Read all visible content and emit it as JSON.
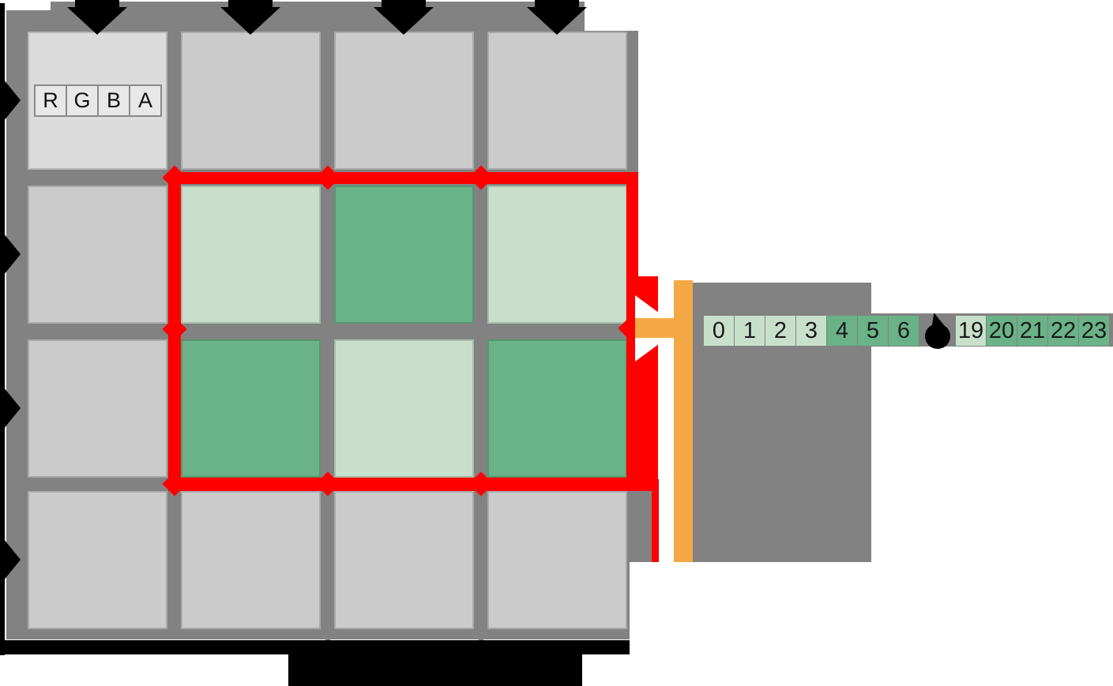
{
  "diagram": {
    "kind": "texture-region-to-linear-buffer mapping diagram",
    "pixel_component_legend": [
      "R",
      "G",
      "B",
      "A"
    ]
  },
  "grid": {
    "rows": 4,
    "cols": 4,
    "region": {
      "row_start": 1,
      "col_start": 1,
      "rows": 2,
      "cols": 3
    },
    "region_pattern": [
      [
        "light",
        "dark",
        "light"
      ],
      [
        "dark",
        "light",
        "dark"
      ]
    ]
  },
  "buffer": {
    "cells": [
      {
        "label": "0",
        "tone": "light"
      },
      {
        "label": "1",
        "tone": "light"
      },
      {
        "label": "2",
        "tone": "light"
      },
      {
        "label": "3",
        "tone": "light"
      },
      {
        "label": "4",
        "tone": "dark"
      },
      {
        "label": "5",
        "tone": "dark"
      },
      {
        "label": "6",
        "tone": "dark"
      },
      {
        "type": "gap"
      },
      {
        "label": "19",
        "tone": "light"
      },
      {
        "label": "20",
        "tone": "dark"
      },
      {
        "label": "21",
        "tone": "dark"
      },
      {
        "label": "22",
        "tone": "dark"
      },
      {
        "label": "23",
        "tone": "dark"
      }
    ]
  },
  "icons": {
    "column_arrow": "black-down-arrowhead",
    "row_arrow": "black-right-arrowhead",
    "flow_arrow_white": "white-right-arrow",
    "flow_arrow_orange": "orange-right-arrow",
    "region_vertex": "red-diamond",
    "ellipsis_blob": "black-droplet",
    "clipped_label": "black-bar"
  },
  "colors": {
    "panel_gray": "#828282",
    "cell_gray": "#cbcbcb",
    "cell_first": "#dbdbdb",
    "light_green": "#c8e0cb",
    "dark_green": "#6ab287",
    "region_red": "#fe0000",
    "bracket_orange": "#f4a845",
    "component_box_fill": "#e8e8e8",
    "component_box_border": "#8a8a8a",
    "annotation_black": "#000000",
    "text": "#1a1a1a",
    "background": "#ffffff"
  }
}
